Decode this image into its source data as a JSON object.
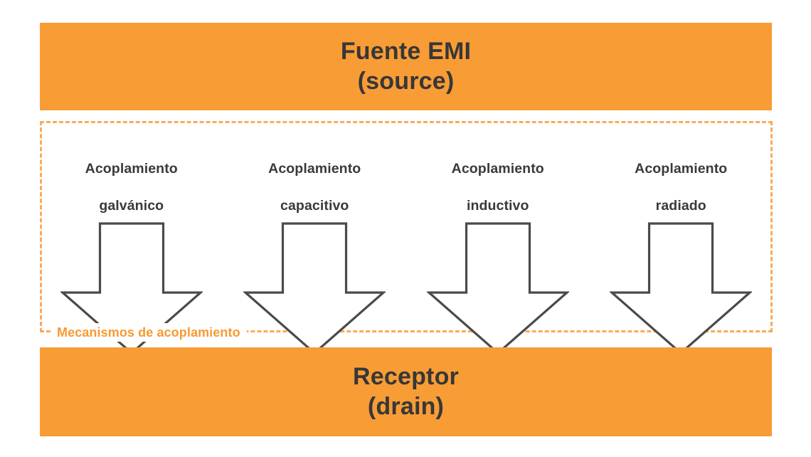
{
  "diagram": {
    "title": "EMI coupling mechanisms",
    "colors": {
      "banner_orange": "#f89c35",
      "dashed_orange": "#f9ab5b",
      "caption_orange": "#f79a33",
      "text_dark": "#3a3a3a",
      "arrow_stroke": "#4a4a4a",
      "background": "#ffffff"
    },
    "source_banner": {
      "line1": "Fuente EMI",
      "line2": "(source)"
    },
    "drain_banner": {
      "line1": "Receptor",
      "line2": "(drain)"
    },
    "coupling_box": {
      "caption": "Mecanismos de acoplamiento",
      "corner_marker": "└",
      "items": [
        {
          "label_line1": "Acoplamiento",
          "label_line2": "galvánico",
          "arrow": "down-arrow"
        },
        {
          "label_line1": "Acoplamiento",
          "label_line2": "capacitivo",
          "arrow": "down-arrow"
        },
        {
          "label_line1": "Acoplamiento",
          "label_line2": "inductivo",
          "arrow": "down-arrow"
        },
        {
          "label_line1": "Acoplamiento",
          "label_line2": "radiado",
          "arrow": "down-arrow"
        }
      ]
    }
  }
}
